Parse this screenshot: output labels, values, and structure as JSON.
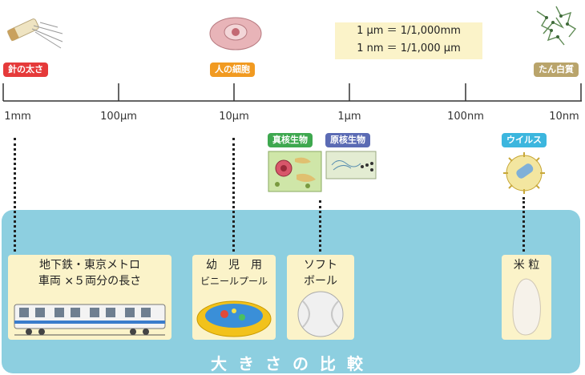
{
  "tags": {
    "needle": "針の太さ",
    "cell": "人の細胞",
    "protein": "たん白質",
    "eukaryote": "真核生物",
    "prokaryote": "原核生物",
    "virus": "ウイルス"
  },
  "tag_colors": {
    "needle": "#e53a3a",
    "cell": "#f19a21",
    "protein": "#b9a46b",
    "eukaryote": "#3ea84f",
    "prokaryote": "#5b6bb4",
    "virus": "#3cb6de"
  },
  "units": {
    "line1": "1 μm ＝ 1/1,000mm",
    "line2": "1 nm ＝ 1/1,000 μm"
  },
  "scale": {
    "ticks": [
      "1mm",
      "100μm",
      "10μm",
      "1μm",
      "100nm",
      "10nm"
    ]
  },
  "comparisons": {
    "train": {
      "line1": "地下鉄・東京メトロ",
      "line2": "車両 ×５両分の長さ"
    },
    "pool": {
      "line1": "幼　児　用",
      "line2": "ビニールプール"
    },
    "ball": {
      "line1": "ソフト",
      "line2": "ボール"
    },
    "rice": {
      "line1": "米 粒"
    }
  },
  "footer": {
    "title": "大きさの比較"
  },
  "colors": {
    "panel": "#8dcfe0",
    "card": "#fbf3c9",
    "footer_text": "#ffffff"
  }
}
